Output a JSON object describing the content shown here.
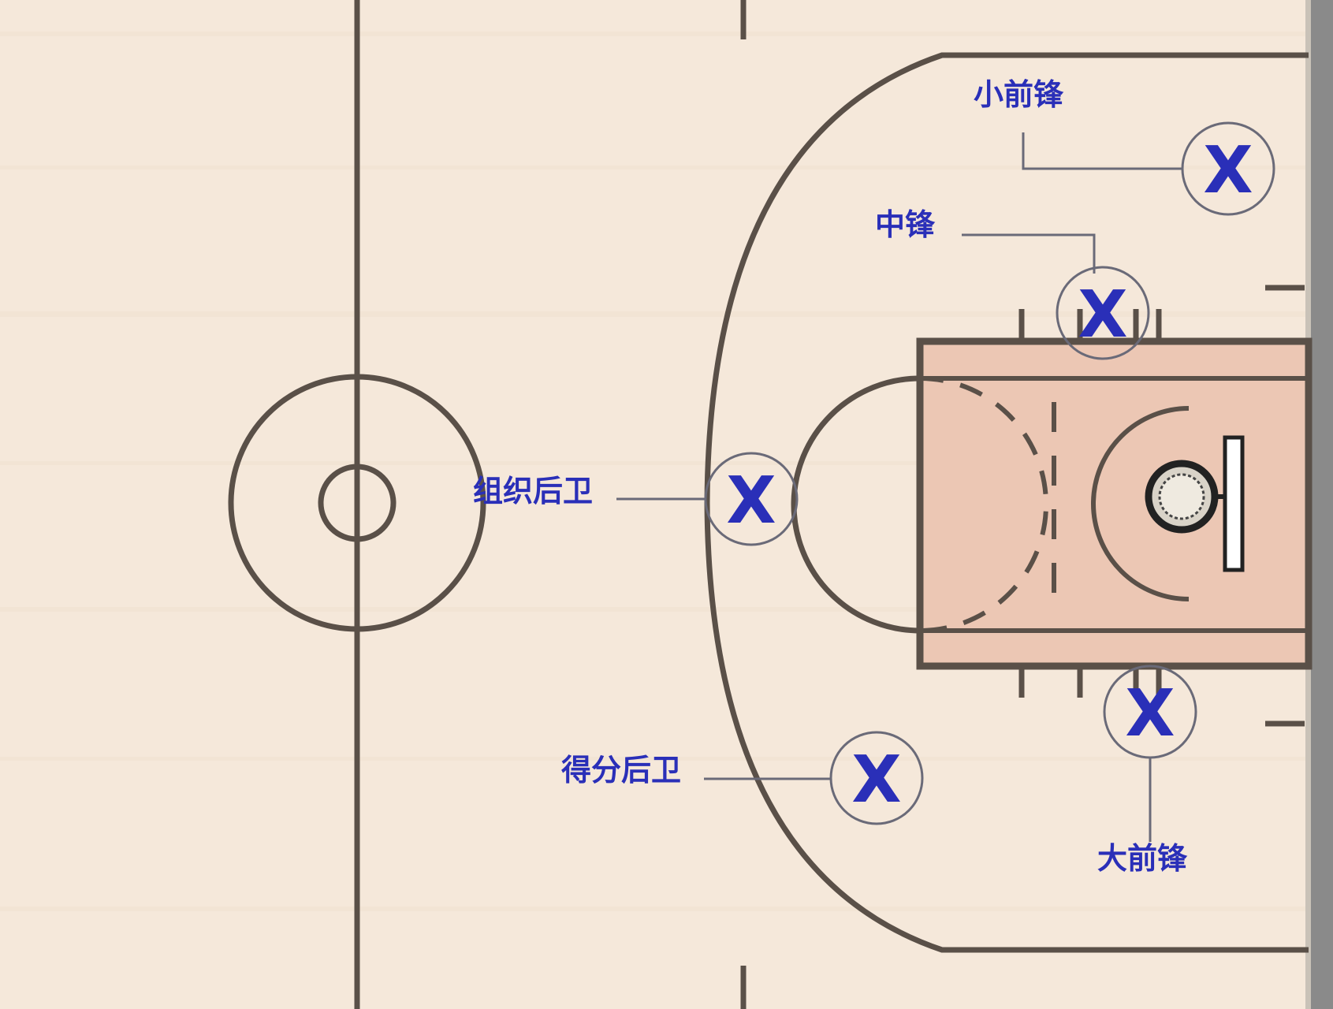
{
  "colors": {
    "floor": "#f5e8da",
    "floor_stripe": "#efe0cf",
    "paint": "#ecc7b4",
    "lines": "#5a5048",
    "marker": "#2a2fb8",
    "leader": "#6a6a78",
    "right_edge": "#7a7a7a"
  },
  "marker_symbol": "X",
  "players": [
    {
      "id": "point-guard",
      "label": "组织后卫"
    },
    {
      "id": "shooting-guard",
      "label": "得分后卫"
    },
    {
      "id": "small-forward",
      "label": "小前锋"
    },
    {
      "id": "center",
      "label": "中锋"
    },
    {
      "id": "power-forward",
      "label": "大前锋"
    }
  ]
}
